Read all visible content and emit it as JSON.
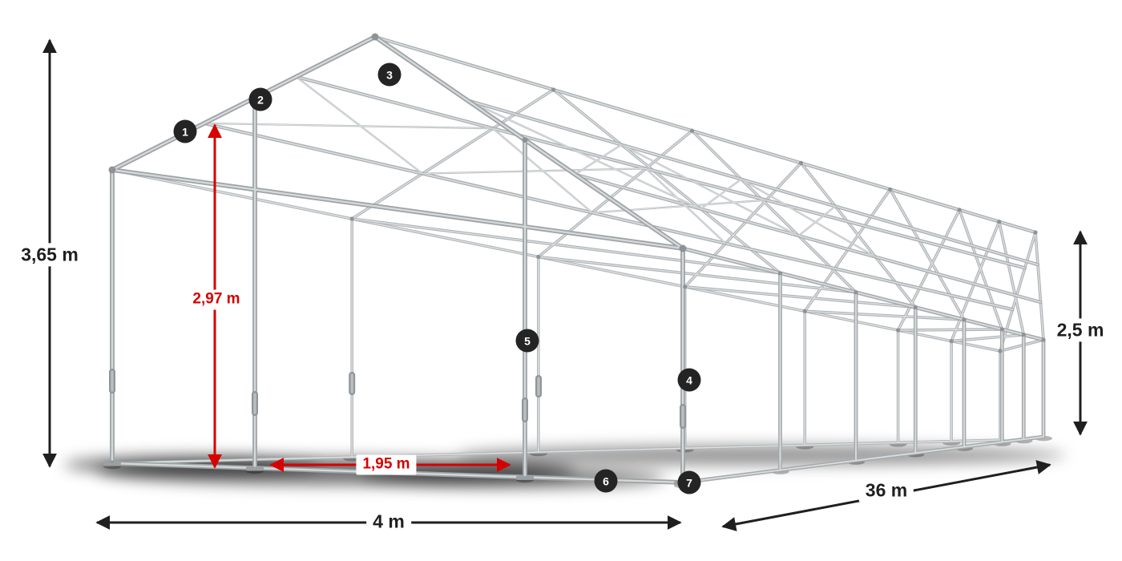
{
  "dimensions": {
    "total_height": "3,65 m",
    "clearance_height": "2,97 m",
    "entrance_width": "1,95 m",
    "side_height": "2,5 m",
    "front_width": "4 m",
    "length": "36 m"
  },
  "callouts": [
    {
      "number": "1"
    },
    {
      "number": "2"
    },
    {
      "number": "3"
    },
    {
      "number": "4"
    },
    {
      "number": "5"
    },
    {
      "number": "6"
    },
    {
      "number": "7"
    }
  ],
  "colors": {
    "measurement_red": "#d60000",
    "measurement_dark": "#1f1f1f",
    "callout_background": "#242424",
    "callout_text": "#ffffff",
    "frame_tube_dark": "#a5aaad",
    "frame_tube_light": "#d8dbdc"
  }
}
